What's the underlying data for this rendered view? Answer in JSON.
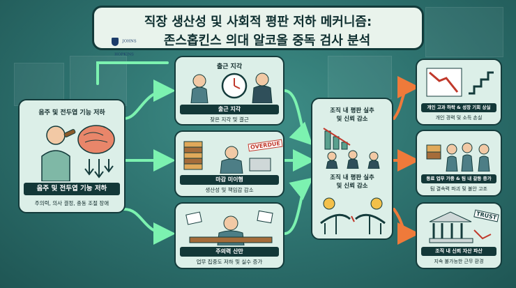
{
  "title": {
    "line1": "직장 생산성 및 사회적 평판 저하 메커니즘:",
    "line2": "존스홉킨스 의대 알코올 중독 검사 분석",
    "logo_text": "JOHNS HOPKINS"
  },
  "left": {
    "heading": "음주 및 전두엽 기능 저하",
    "label": "음주 및 전두엽 기능 저하",
    "desc": "주의력, 의사 결정, 충동 조절 장애"
  },
  "middle": [
    {
      "heading": "출근 지각",
      "label": "출근 지각",
      "desc": "잦은 지각 및 결근"
    },
    {
      "heading": "",
      "label": "마감 미이행",
      "desc": "생산성 및 책임감 감소",
      "stamp": "OVERDUE"
    },
    {
      "heading": "",
      "label": "주의력 산만",
      "desc": "업무 집중도 저하 및 실수 증가"
    }
  ],
  "center": {
    "heading1": "조직 내 평판 실추",
    "heading1b": "및 신뢰 감소",
    "heading2": "조직 내 평판 실추",
    "heading2b": "및 신뢰 감소"
  },
  "right": [
    {
      "label": "개인 고과 하락 & 성장 기회 상실",
      "desc": "개인 경력 및 소득 손실"
    },
    {
      "label": "동료 업무 가중 & 팀 내 갈등 증가",
      "desc": "팀 결속력 파괴 및 불안 고조"
    },
    {
      "label": "조직 내 신뢰 자산 파산",
      "desc": "지속 불가능한 근무 환경",
      "trust": "TRUST"
    }
  ],
  "colors": {
    "bg": "#2c6f6c",
    "card": "#dcefe8",
    "border": "#143b3b",
    "arrow_green": "#7cf2b0",
    "arrow_orange": "#ef7a3a"
  }
}
